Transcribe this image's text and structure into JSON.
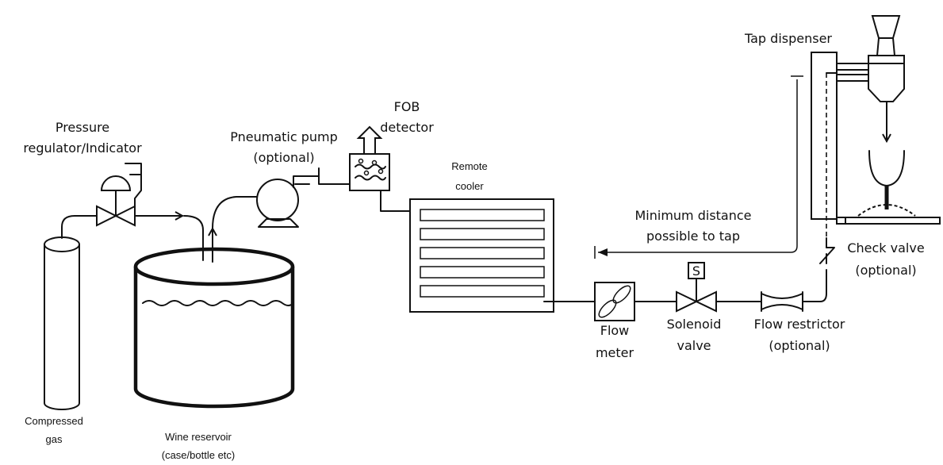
{
  "labels": {
    "pressure_regulator": [
      "Pressure",
      "regulator/Indicator"
    ],
    "pneumatic_pump": [
      "Pneumatic pump",
      "(optional)"
    ],
    "fob_detector": [
      "FOB",
      "detector"
    ],
    "remote_cooler": [
      "Remote",
      "cooler"
    ],
    "tap_dispenser": "Tap dispenser",
    "minimum_distance": [
      "Minimum distance",
      "possible to tap"
    ],
    "check_valve": [
      "Check valve",
      "(optional)"
    ],
    "flow_meter": [
      "Flow",
      "meter"
    ],
    "solenoid_valve": [
      "Solenoid",
      "valve"
    ],
    "solenoid_symbol": "S",
    "flow_restrictor": [
      "Flow restrictor",
      "(optional)"
    ],
    "compressed_gas": [
      "Compressed",
      "gas"
    ],
    "wine_reservoir": [
      "Wine reservoir",
      "(case/bottle etc)"
    ]
  }
}
